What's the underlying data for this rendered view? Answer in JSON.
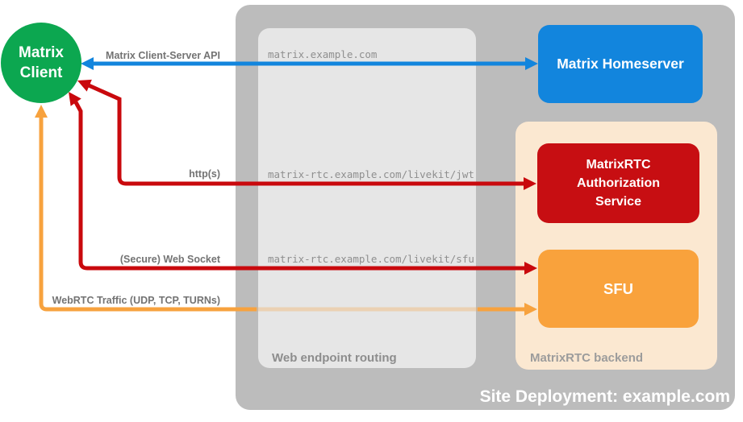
{
  "client": {
    "lines": [
      "Matrix",
      "Client"
    ]
  },
  "homeserver": {
    "label": "Matrix Homeserver"
  },
  "auth_service": {
    "lines": [
      "MatrixRTC",
      "Authorization",
      "Service"
    ]
  },
  "sfu": {
    "label": "SFU"
  },
  "zones": {
    "site": {
      "label": "Site Deployment: example.com"
    },
    "web_routing": {
      "label": "Web endpoint routing"
    },
    "rtc_backend": {
      "label": "MatrixRTC backend"
    }
  },
  "connections": [
    {
      "label": "Matrix Client-Server API",
      "endpoint": "matrix.example.com",
      "color": "#1285dd"
    },
    {
      "label": "http(s)",
      "endpoint": "matrix-rtc.example.com/livekit/jwt",
      "color": "#c9090d"
    },
    {
      "label": "(Secure) Web Socket",
      "endpoint": "matrix-rtc.example.com/livekit/sfu",
      "color": "#c9090d"
    },
    {
      "label": "WebRTC Traffic (UDP, TCP, TURNs)",
      "color": "#f7a23e"
    }
  ],
  "colors": {
    "client_green": "#0ca750",
    "homeserver_blue": "#1285dd",
    "auth_red": "#c70e12",
    "sfu_orange": "#f9a23c",
    "backend_peach": "#fbe8d1",
    "site_gray": "#bcbcbc",
    "routing_gray": "#e6e6e6"
  }
}
